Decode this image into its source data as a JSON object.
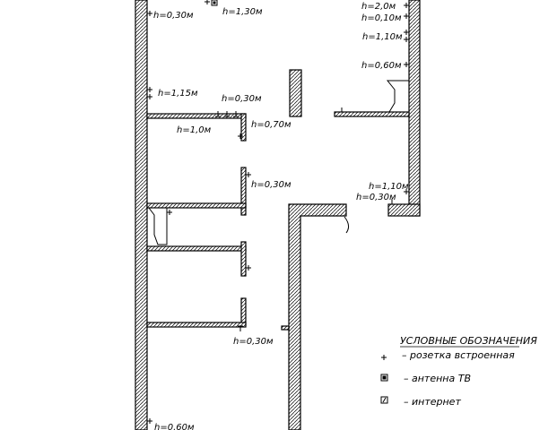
{
  "heights": {
    "h_top_left": "h=0,30м",
    "h_top_center": "h=1,30м",
    "h_left_115": "h=1,15м",
    "h_partition_030": "h=0,30м",
    "h_room_10": "h=1,0м",
    "h_room_070": "h=0,70м",
    "h_mid_030": "h=0,30м",
    "h_right_20": "h=2,0м",
    "h_right_010": "h=0,10м",
    "h_right_110_top": "h=1,10м",
    "h_right_060": "h=0,60м",
    "h_right_110_low": "h=1,10м",
    "h_right_030": "h=0,30м",
    "h_bottom_030": "h=0,30м",
    "h_bottom_060": "h=0,60м"
  },
  "legend": {
    "title": "УСЛОВНЫЕ ОБОЗНАЧЕНИЯ",
    "items": [
      {
        "icon": "socket-icon",
        "label": "–  розетка  встроенная"
      },
      {
        "icon": "tv-antenna-icon",
        "label": "–  антенна  ТВ"
      },
      {
        "icon": "internet-icon",
        "label": "–  интернет"
      }
    ]
  },
  "colors": {
    "wall_hatch": "#000000",
    "background": "#ffffff"
  }
}
